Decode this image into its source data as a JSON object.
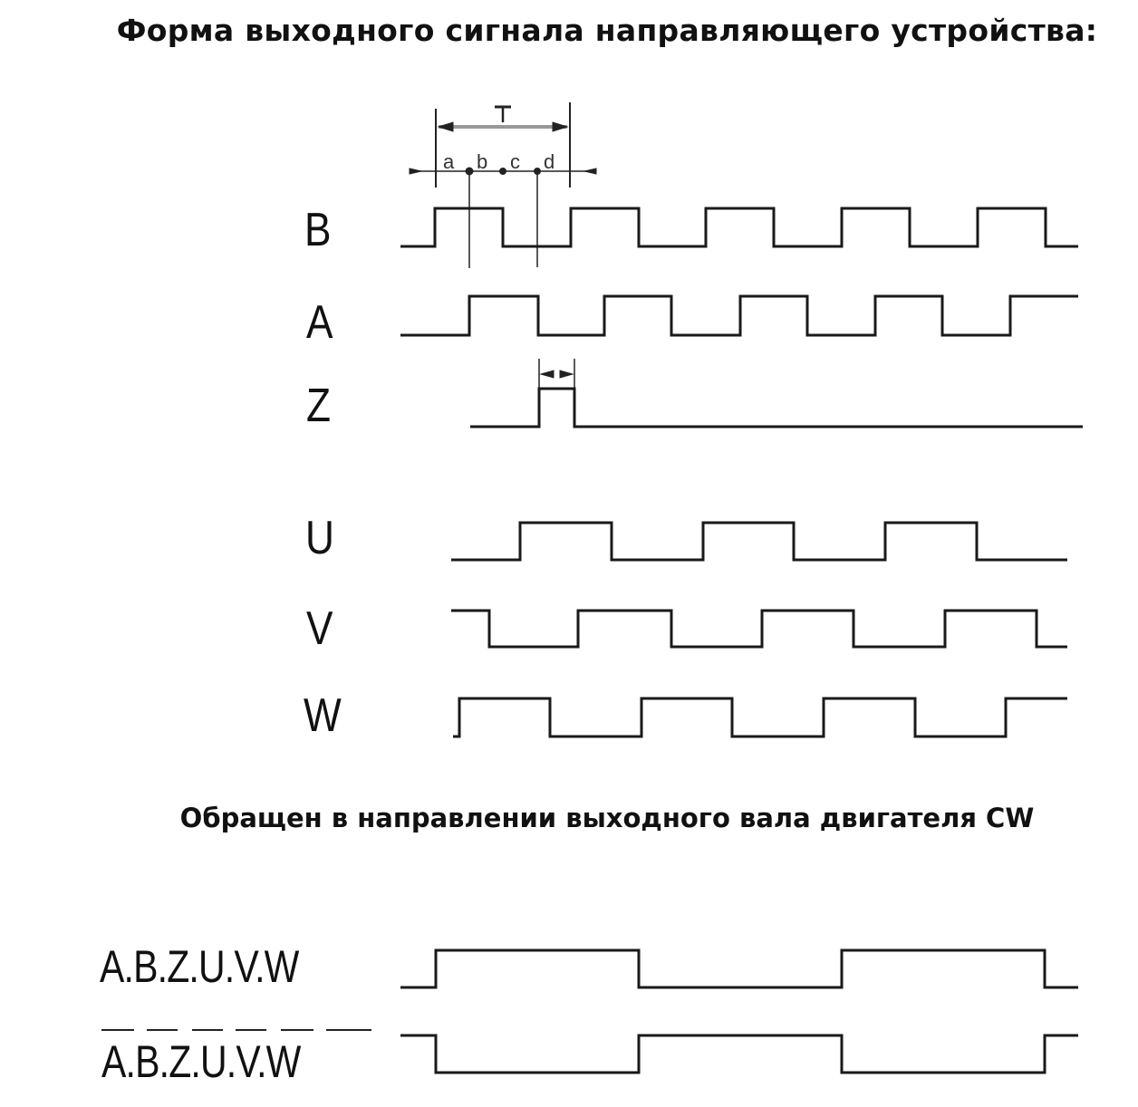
{
  "title": "Форма выходного сигнала направляющего устройства:",
  "subtitle": "Обращен в направлении выходного вала двигателя CW",
  "timing": {
    "period_label": "T",
    "phase_labels": [
      "a",
      "b",
      "c",
      "d"
    ]
  },
  "labels": {
    "B": "B",
    "A": "A",
    "Z": "Z",
    "U": "U",
    "V": "V",
    "W": "W",
    "out": "A.B.Z.U.V.W",
    "out_inv": "A.B.Z.U.V.W"
  },
  "chart_data": {
    "type": "line",
    "title": "Форма выходного сигнала направляющего устройства:",
    "subtitle": "Обращен в направлении выходного вала двигателя CW",
    "xlabel": "",
    "ylabel": "",
    "annotations": [
      "T",
      "a",
      "b",
      "c",
      "d"
    ],
    "series": [
      {
        "name": "B",
        "y_high": 230,
        "y_low": 272,
        "points": [
          [
            442,
            0
          ],
          [
            480,
            1
          ],
          [
            555,
            0
          ],
          [
            630,
            1
          ],
          [
            705,
            0
          ],
          [
            779,
            1
          ],
          [
            854,
            0
          ],
          [
            929,
            1
          ],
          [
            1004,
            0
          ],
          [
            1079,
            1
          ],
          [
            1154,
            0
          ],
          [
            1190,
            0
          ]
        ]
      },
      {
        "name": "A",
        "y_high": 327,
        "y_low": 370,
        "points": [
          [
            442,
            0
          ],
          [
            518,
            1
          ],
          [
            594,
            0
          ],
          [
            667,
            1
          ],
          [
            741,
            0
          ],
          [
            817,
            1
          ],
          [
            891,
            0
          ],
          [
            966,
            1
          ],
          [
            1040,
            0
          ],
          [
            1115,
            1
          ],
          [
            1190,
            1
          ]
        ]
      },
      {
        "name": "Z",
        "y_high": 429,
        "y_low": 471,
        "points": [
          [
            519,
            0
          ],
          [
            595,
            1
          ],
          [
            634,
            0
          ],
          [
            1195,
            0
          ]
        ]
      },
      {
        "name": "U",
        "y_high": 577,
        "y_low": 618,
        "points": [
          [
            498,
            0
          ],
          [
            574,
            1
          ],
          [
            675,
            0
          ],
          [
            776,
            1
          ],
          [
            876,
            0
          ],
          [
            977,
            1
          ],
          [
            1078,
            0
          ],
          [
            1178,
            0
          ]
        ]
      },
      {
        "name": "V",
        "y_high": 674,
        "y_low": 714,
        "points": [
          [
            498,
            1
          ],
          [
            540,
            0
          ],
          [
            638,
            1
          ],
          [
            741,
            0
          ],
          [
            841,
            1
          ],
          [
            942,
            0
          ],
          [
            1043,
            1
          ],
          [
            1144,
            0
          ],
          [
            1178,
            0
          ]
        ]
      },
      {
        "name": "W",
        "y_high": 771,
        "y_low": 813,
        "points": [
          [
            500,
            0
          ],
          [
            507,
            1
          ],
          [
            607,
            0
          ],
          [
            708,
            1
          ],
          [
            808,
            0
          ],
          [
            909,
            1
          ],
          [
            1010,
            0
          ],
          [
            1110,
            1
          ],
          [
            1178,
            1
          ]
        ]
      },
      {
        "name": "A.B.Z.U.V.W",
        "y_high": 1049,
        "y_low": 1090,
        "points": [
          [
            442,
            0
          ],
          [
            481,
            1
          ],
          [
            705,
            0
          ],
          [
            929,
            1
          ],
          [
            1153,
            0
          ],
          [
            1190,
            0
          ]
        ]
      },
      {
        "name": "A.B.Z.U.V.W (inverted)",
        "y_high": 1143,
        "y_low": 1184,
        "points": [
          [
            442,
            1
          ],
          [
            481,
            0
          ],
          [
            705,
            1
          ],
          [
            929,
            0
          ],
          [
            1153,
            1
          ],
          [
            1190,
            1
          ]
        ]
      }
    ]
  }
}
